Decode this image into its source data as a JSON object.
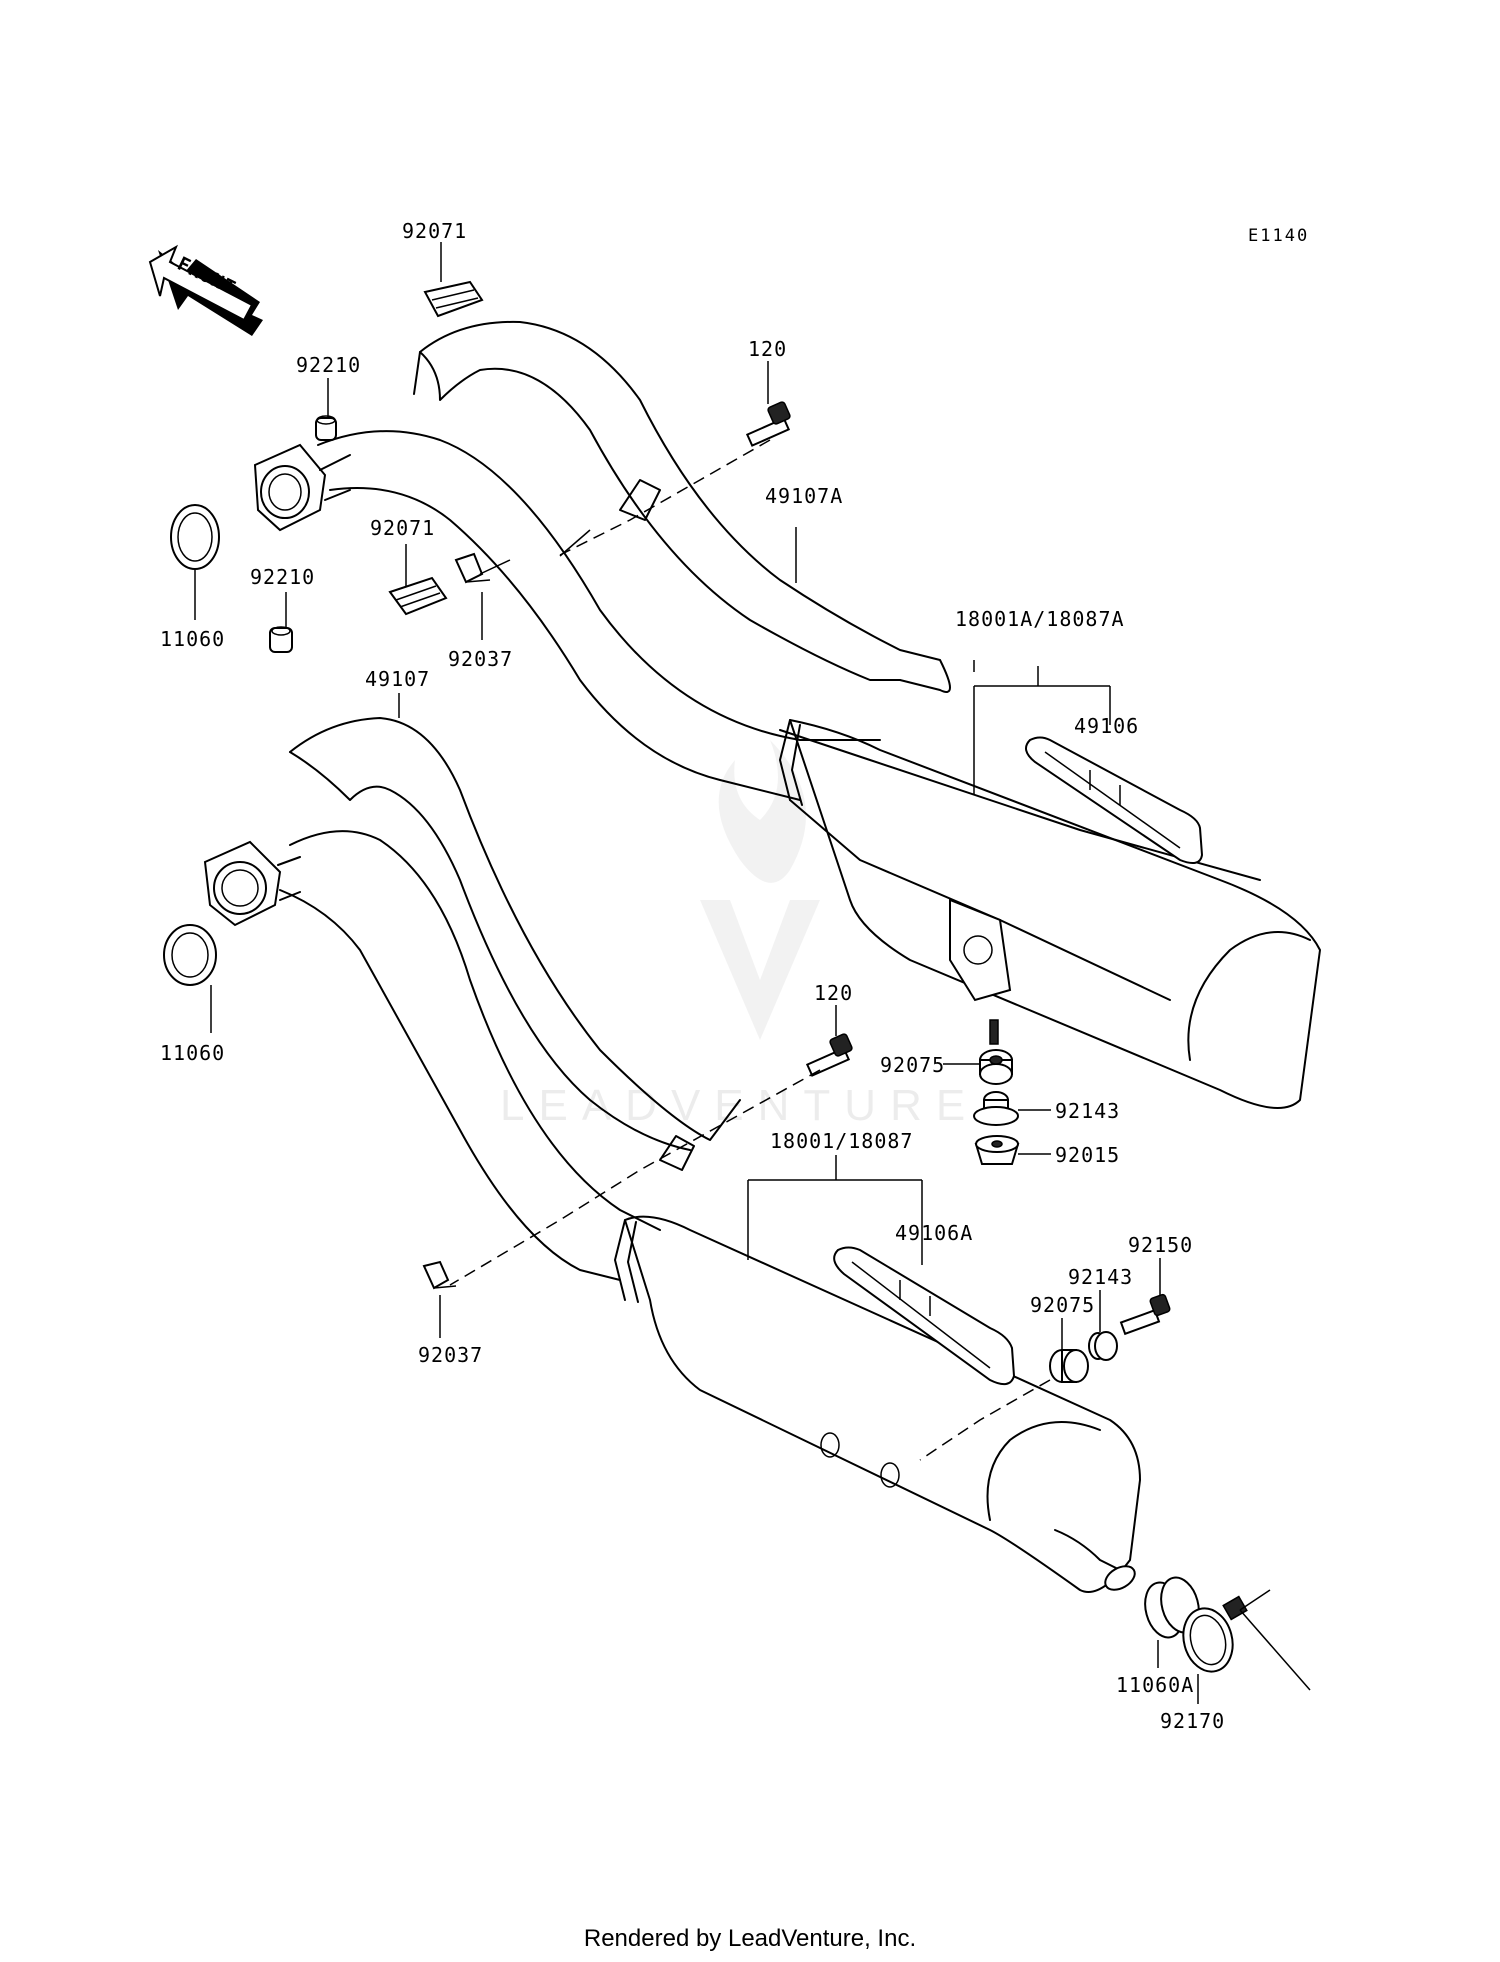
{
  "diagram_code": "E1140",
  "front_indicator": "FRONT",
  "footer": "Rendered by LeadVenture, Inc.",
  "watermark": "LEADVENTURE",
  "part_labels": {
    "p92071_top": "92071",
    "p92210_top": "92210",
    "p120_top": "120",
    "p49107A": "49107A",
    "p11060_top": "11060",
    "p92071_mid": "92071",
    "p92210_mid": "92210",
    "p92037_top": "92037",
    "p18001A": "18001A/18087A",
    "p49107": "49107",
    "p49106": "49106",
    "p11060_bot": "11060",
    "p120_mid": "120",
    "p92075_top": "92075",
    "p92143_top": "92143",
    "p92015": "92015",
    "p18001": "18001/18087",
    "p49106A": "49106A",
    "p92150": "92150",
    "p92143_bot": "92143",
    "p92075_bot": "92075",
    "p92037_bot": "92037",
    "p11060A": "11060A",
    "p92170": "92170"
  }
}
